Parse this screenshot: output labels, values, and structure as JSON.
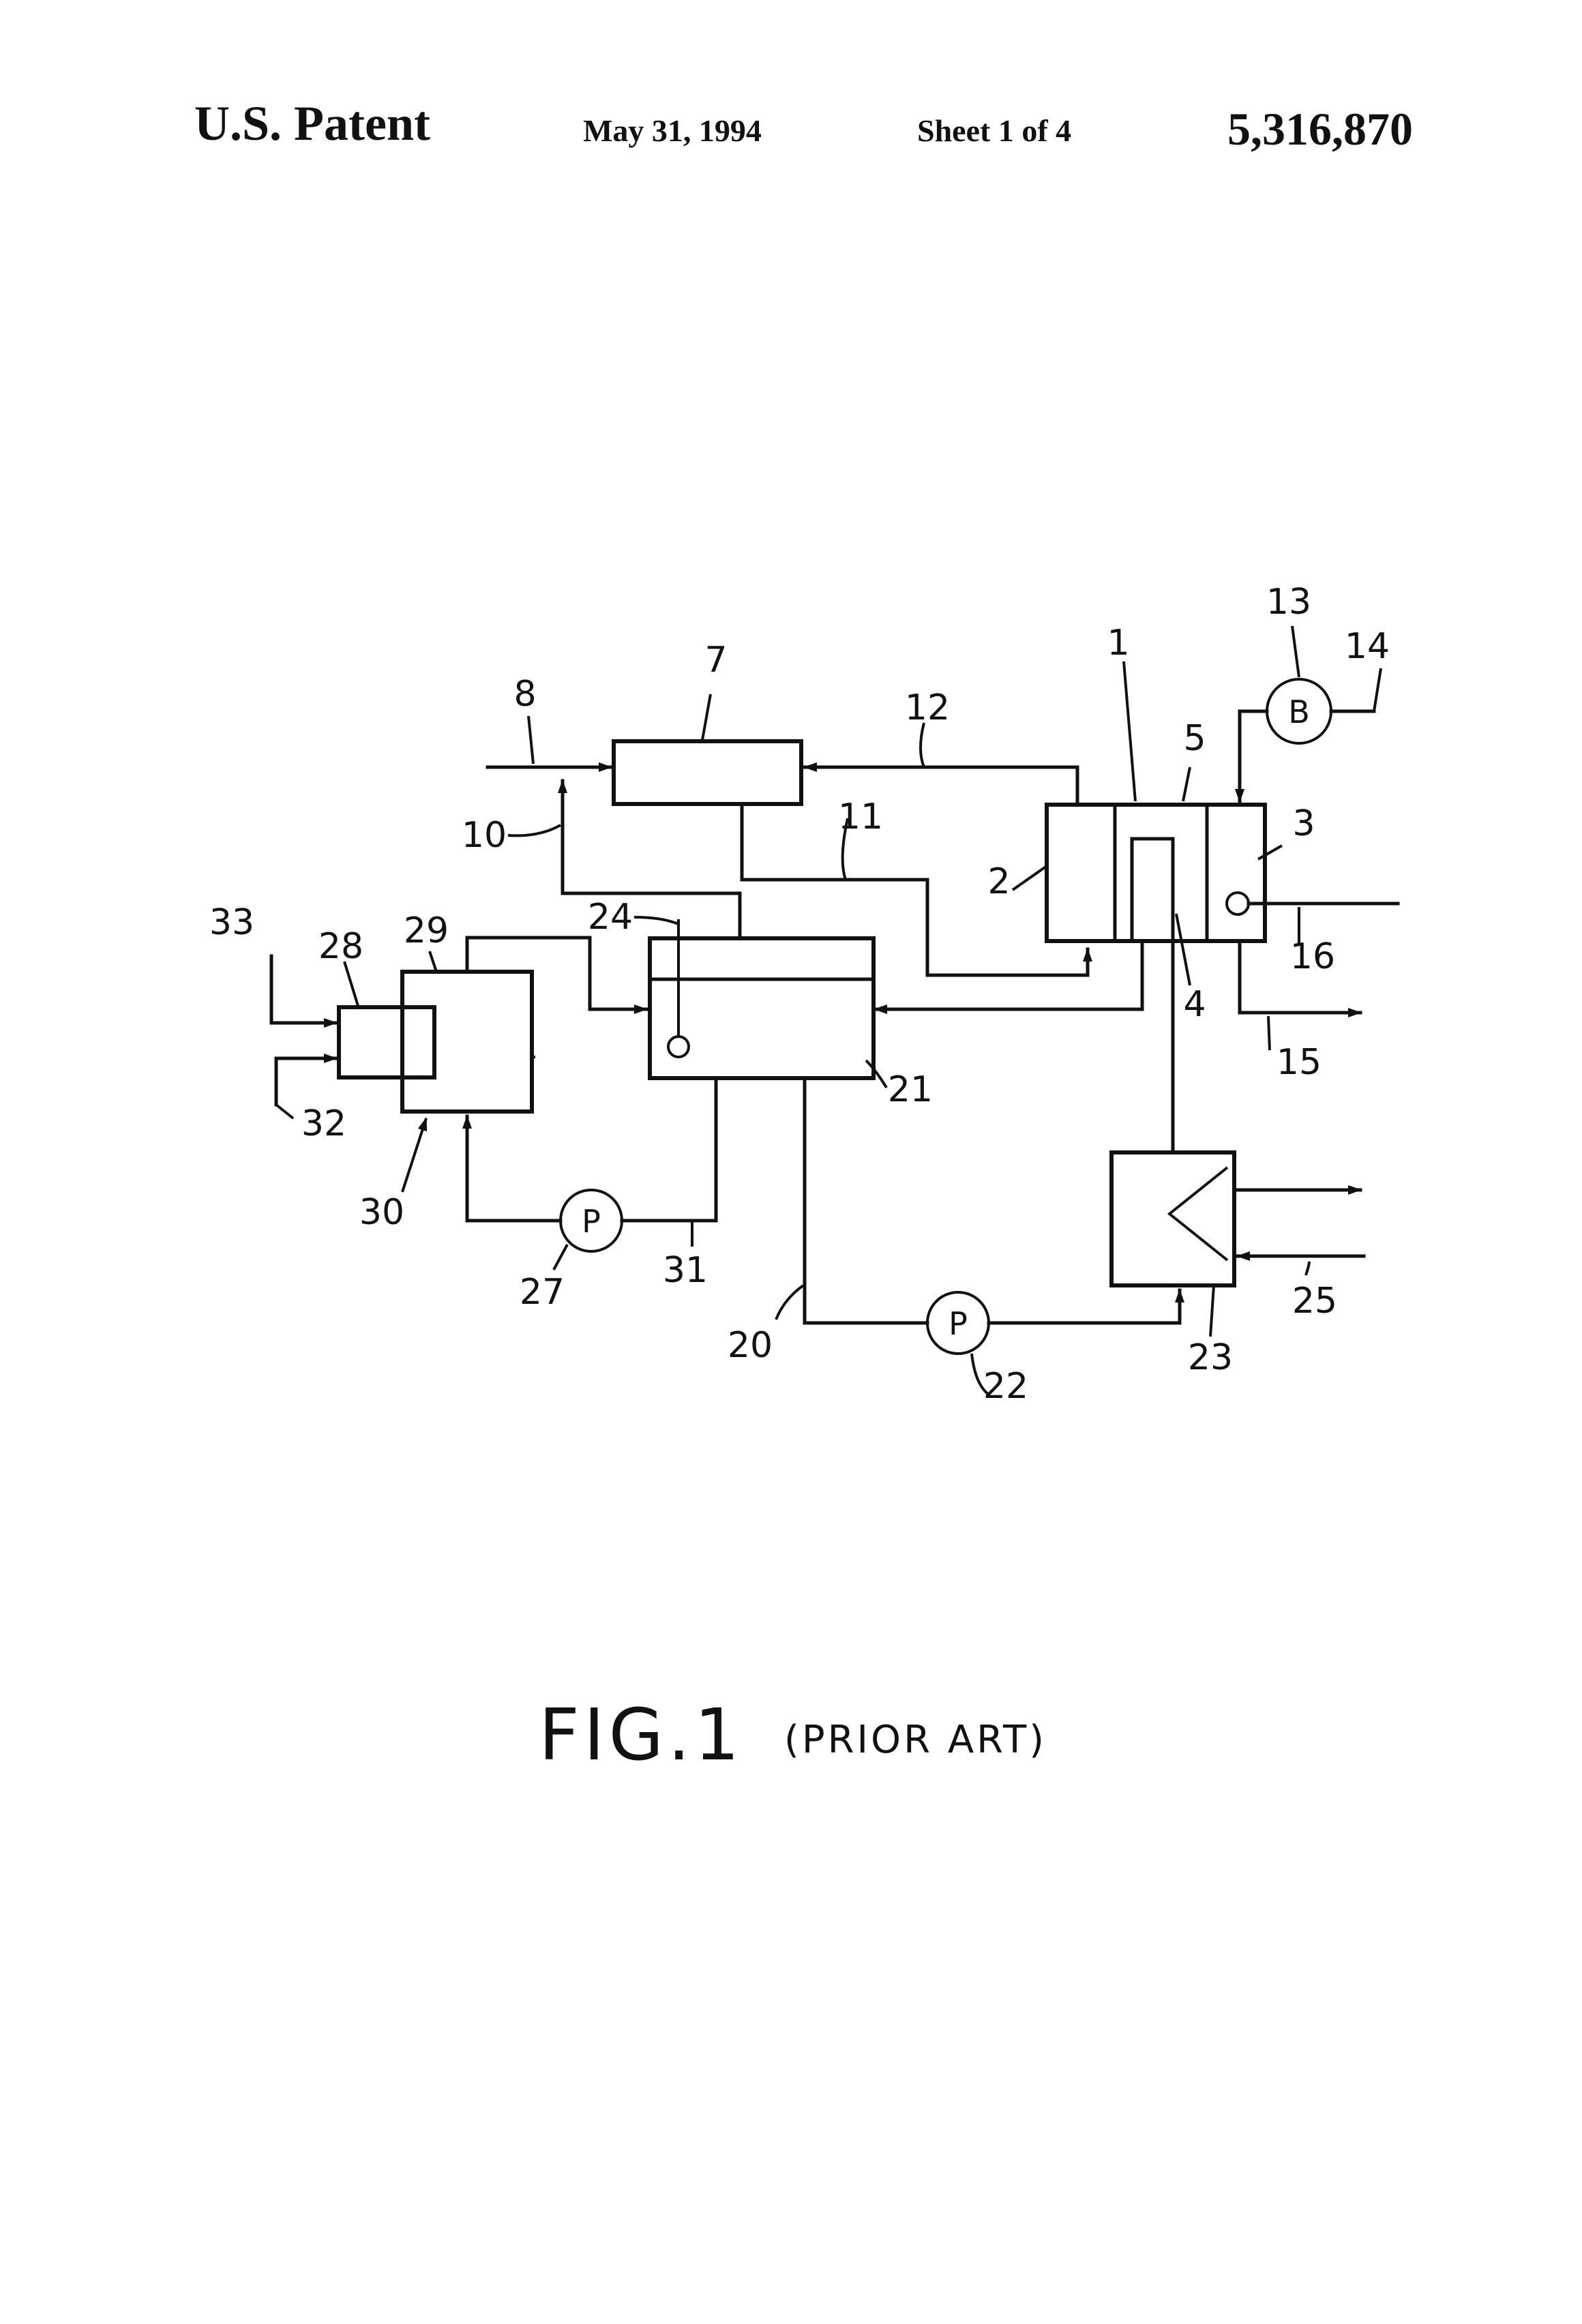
{
  "header": {
    "patent": "U.S. Patent",
    "date": "May 31, 1994",
    "sheet": "Sheet 1 of 4",
    "number": "5,316,870"
  },
  "figure": {
    "title": "FIG.1",
    "subtitle": "(PRIOR ART)"
  },
  "symbols": {
    "blower": "B",
    "pump_a": "P",
    "pump_b": "P"
  },
  "refs": {
    "r1": "1",
    "r2": "2",
    "r3": "3",
    "r4": "4",
    "r5": "5",
    "r7": "7",
    "r8": "8",
    "r10": "10",
    "r11": "11",
    "r12": "12",
    "r13": "13",
    "r14": "14",
    "r15": "15",
    "r16": "16",
    "r20": "20",
    "r21": "21",
    "r22": "22",
    "r23": "23",
    "r24": "24",
    "r25": "25",
    "r27": "27",
    "r28": "28",
    "r29": "29",
    "r30": "30",
    "r31": "31",
    "r32": "32",
    "r33": "33"
  }
}
